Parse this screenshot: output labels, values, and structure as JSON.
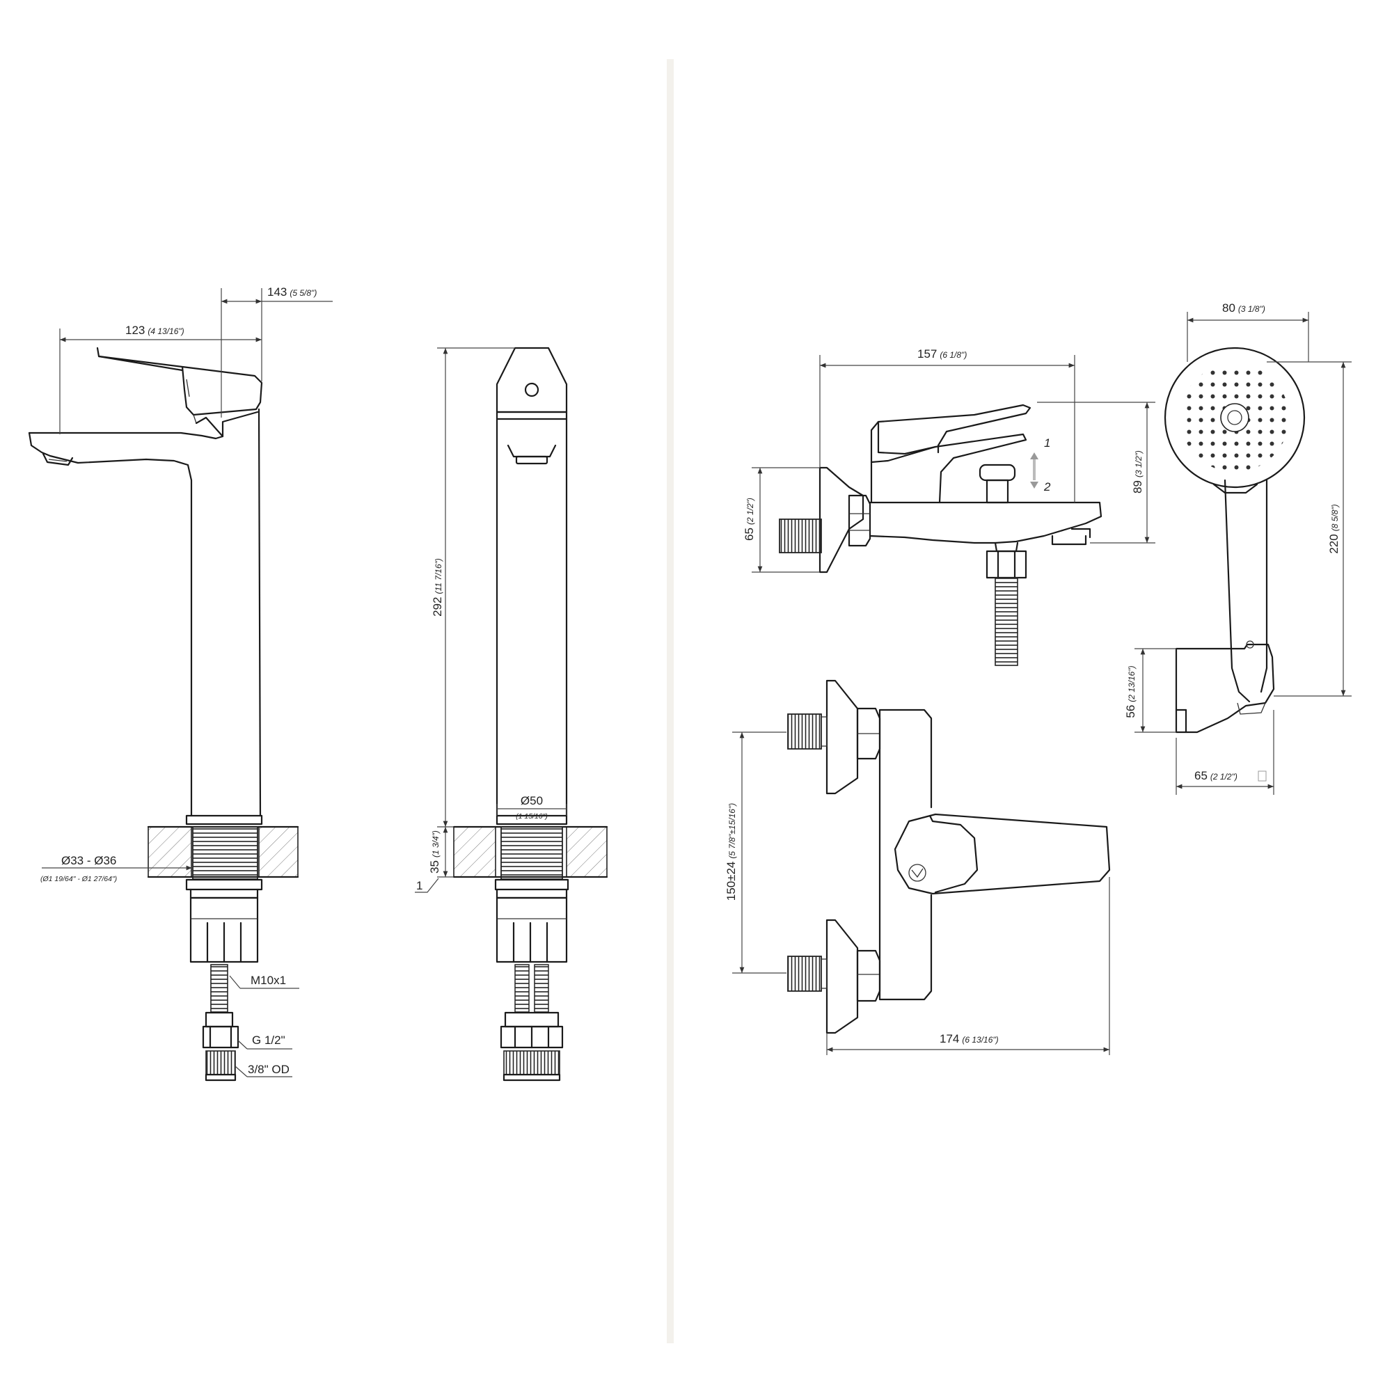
{
  "colors": {
    "line": "#1a1a1a",
    "divider": "#f3f1ec",
    "background": "#ffffff"
  },
  "left_panel": {
    "basin_side": {
      "dim_spout_reach": {
        "value": "123",
        "imperial": "(4 13/16\")"
      },
      "dim_total_reach": {
        "value": "143",
        "imperial": "(5 5/8\")"
      },
      "dim_hole_diameter": {
        "value": "Ø33 - Ø36",
        "imperial": "(Ø1 19/64\" - Ø1 27/64\")"
      },
      "thread_label": "M10x1",
      "connection_label": "G 1/2\"",
      "od_label": "3/8\" OD"
    },
    "basin_front": {
      "dim_height": {
        "value": "292",
        "imperial": "(11 7/16\")"
      },
      "dim_base_diameter": {
        "value": "Ø50",
        "imperial": "(1 15/16\")"
      },
      "dim_counter_thickness": {
        "value": "35",
        "imperial": "(1 3/4\")"
      },
      "callout": "1"
    }
  },
  "right_panel": {
    "bath_side": {
      "dim_width": {
        "value": "157",
        "imperial": "(6 1/8\")"
      },
      "dim_height": {
        "value": "89",
        "imperial": "(3 1/2\")"
      },
      "dim_flange": {
        "value": "65",
        "imperial": "(2 1/2\")"
      },
      "diverter_up": "1",
      "diverter_down": "2"
    },
    "hand_shower": {
      "dim_head_width": {
        "value": "80",
        "imperial": "(3 1/8\")"
      },
      "dim_length": {
        "value": "220",
        "imperial": "(8 5/8\")"
      },
      "dim_holder_height": {
        "value": "56",
        "imperial": "(2 13/16\")"
      },
      "dim_holder_depth": {
        "value": "65",
        "imperial": "(2 1/2\")"
      }
    },
    "bath_front": {
      "dim_centres": {
        "value": "150±24",
        "imperial": "(5 7/8\"±15/16\")"
      },
      "dim_width": {
        "value": "174",
        "imperial": "(6 13/16\")"
      }
    }
  }
}
